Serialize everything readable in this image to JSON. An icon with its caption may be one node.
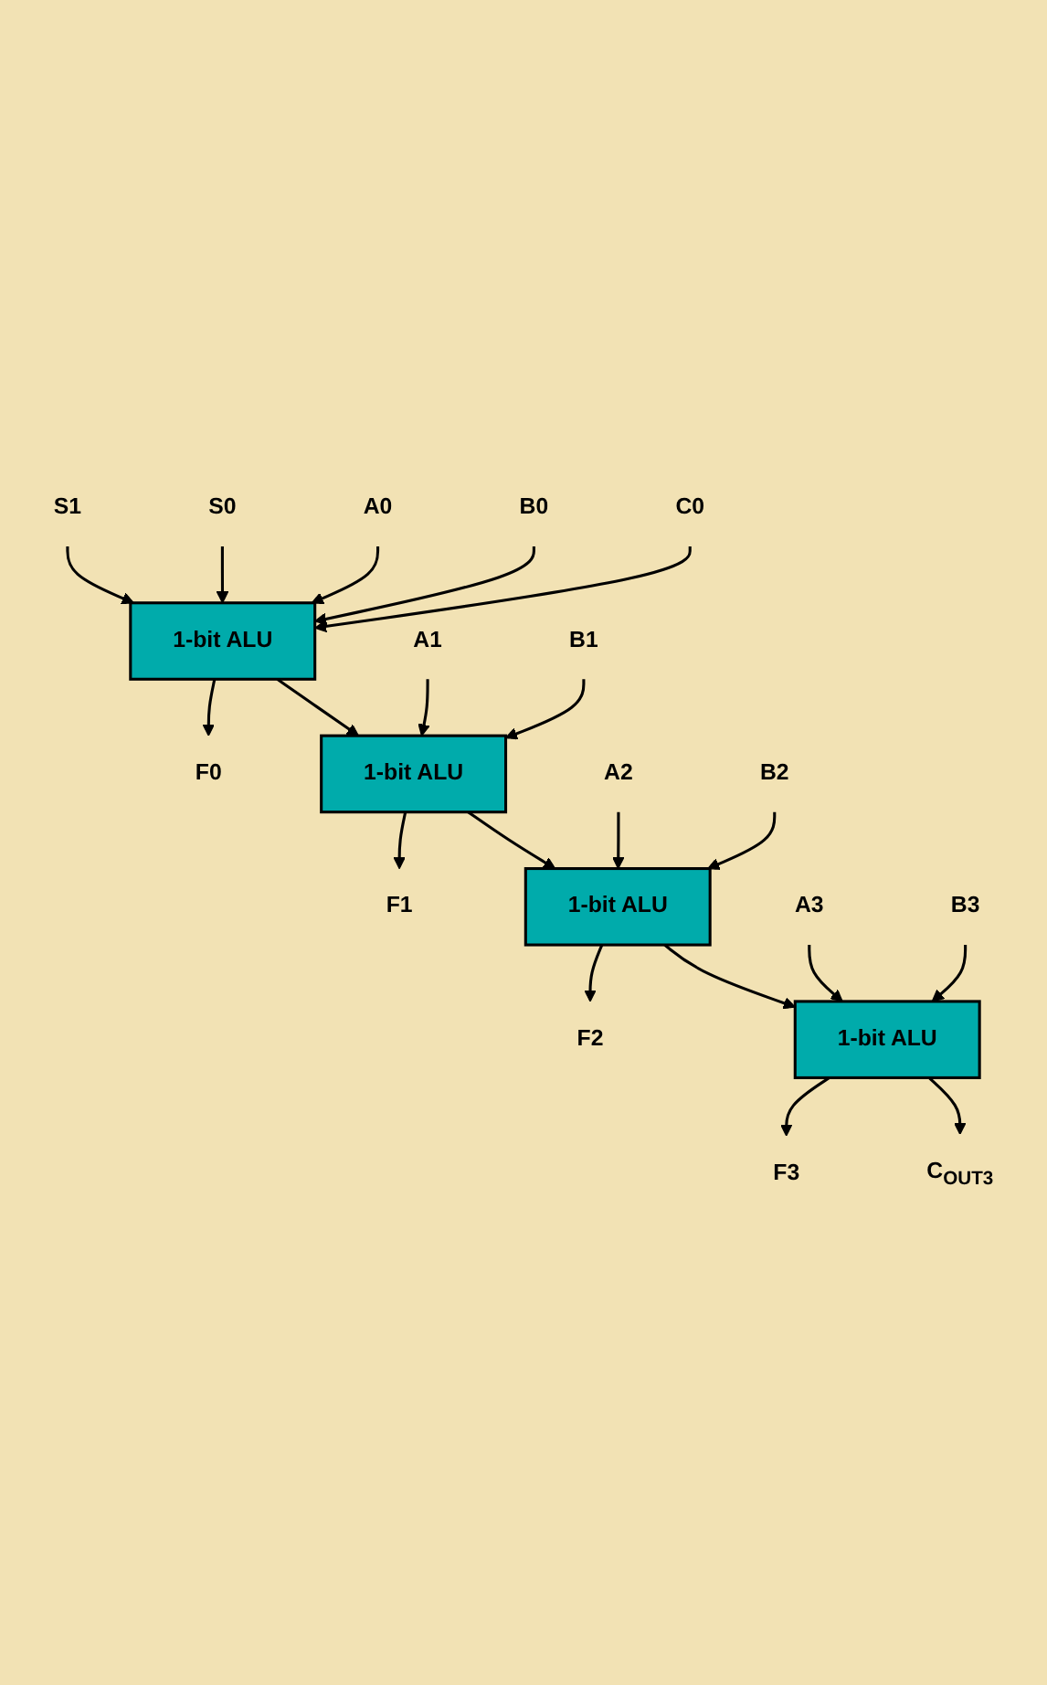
{
  "diagram": {
    "nodes": [
      {
        "text": [
          "S1"
        ]
      },
      {
        "text": [
          "S0"
        ]
      },
      {
        "text": [
          "A0"
        ]
      },
      {
        "text": [
          "B0"
        ]
      },
      {
        "text": [
          "C0"
        ]
      },
      {
        "text": [
          "1-bit ALU"
        ]
      },
      {
        "text": [
          "F0"
        ]
      },
      {
        "text": [
          "A1"
        ]
      },
      {
        "text": [
          "B1"
        ]
      },
      {
        "text": [
          "1-bit ALU"
        ]
      },
      {
        "text": [
          "F1"
        ]
      },
      {
        "text": [
          "A2"
        ]
      },
      {
        "text": [
          "B2"
        ]
      },
      {
        "text": [
          "1-bit ALU"
        ]
      },
      {
        "text": [
          "F2"
        ]
      },
      {
        "text": [
          "A3"
        ]
      },
      {
        "text": [
          "B3"
        ]
      },
      {
        "text": [
          "1-bit ALU"
        ]
      },
      {
        "text": [
          "F3"
        ]
      },
      {
        "text": [
          "C$_{OUT3}$"
        ]
      }
    ],
    "edges": [
      {
        "from": 0,
        "to": 5,
        "arrow": "to"
      },
      {
        "from": 1,
        "to": 5,
        "arrow": "to"
      },
      {
        "from": 2,
        "to": 5,
        "arrow": "to"
      },
      {
        "from": 3,
        "to": 5,
        "arrow": "to"
      },
      {
        "from": 4,
        "to": 5,
        "arrow": "to"
      },
      {
        "from": 5,
        "to": 6,
        "arrow": "to"
      },
      {
        "from": 5,
        "to": 9,
        "arrow": "to"
      },
      {
        "from": 7,
        "to": 9,
        "arrow": "to"
      },
      {
        "from": 8,
        "to": 9,
        "arrow": "to"
      },
      {
        "from": 9,
        "to": 10,
        "arrow": "to"
      },
      {
        "from": 9,
        "to": 13,
        "arrow": "to"
      },
      {
        "from": 11,
        "to": 13,
        "arrow": "to"
      },
      {
        "from": 12,
        "to": 13,
        "arrow": "to"
      },
      {
        "from": 13,
        "to": 14,
        "arrow": "to"
      },
      {
        "from": 13,
        "to": 17,
        "arrow": "to"
      },
      {
        "from": 15,
        "to": 17,
        "arrow": "to"
      },
      {
        "from": 16,
        "to": 17,
        "arrow": "to"
      },
      {
        "from": 17,
        "to": 18,
        "arrow": "to"
      },
      {
        "from": 17,
        "to": 19,
        "arrow": "to"
      }
    ]
  }
}
